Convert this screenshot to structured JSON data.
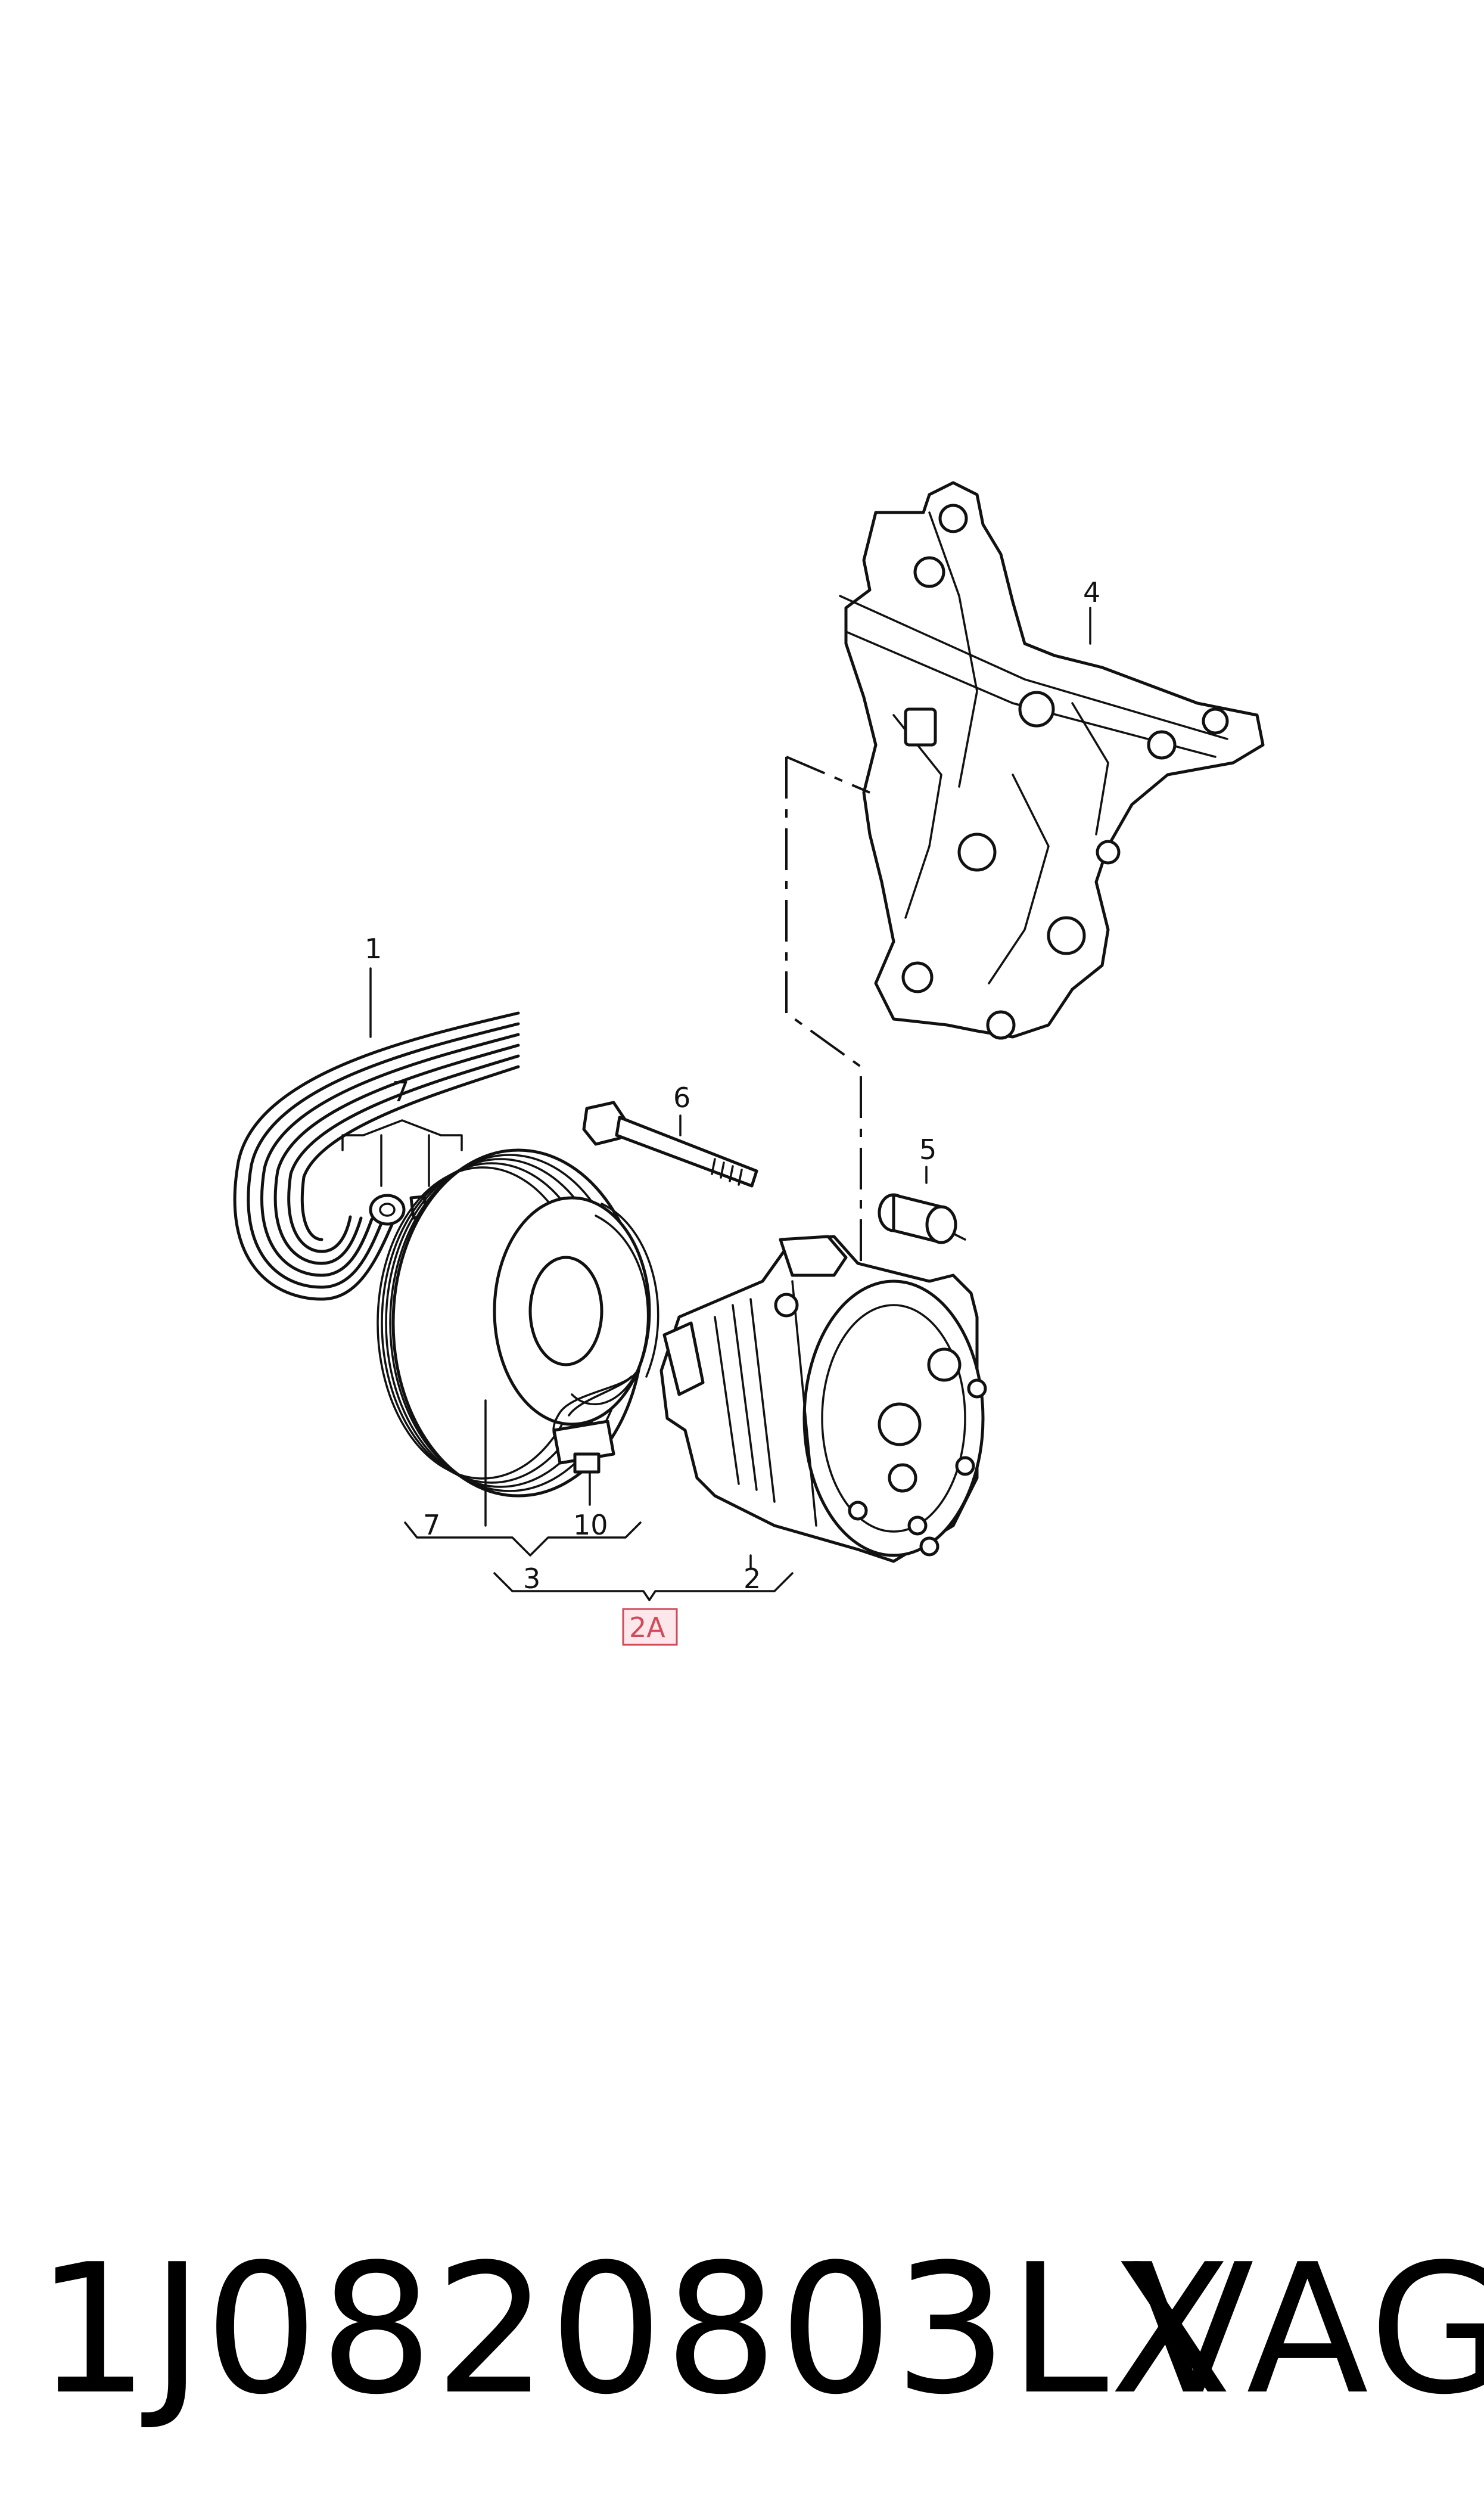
{
  "callouts": {
    "belt": "1",
    "compressor": "2",
    "assembly": "2A",
    "clutch_assembly": "3",
    "bracket": "4",
    "bushing": "5",
    "bolt": "6",
    "nut_group_top": "7",
    "pulley": "7",
    "connector": "10"
  },
  "footer": {
    "part_number": "1J0820803LX",
    "brand": "VAG"
  },
  "colors": {
    "line": "#111111",
    "assembly_box": "#d14a57",
    "background": "#ffffff"
  }
}
